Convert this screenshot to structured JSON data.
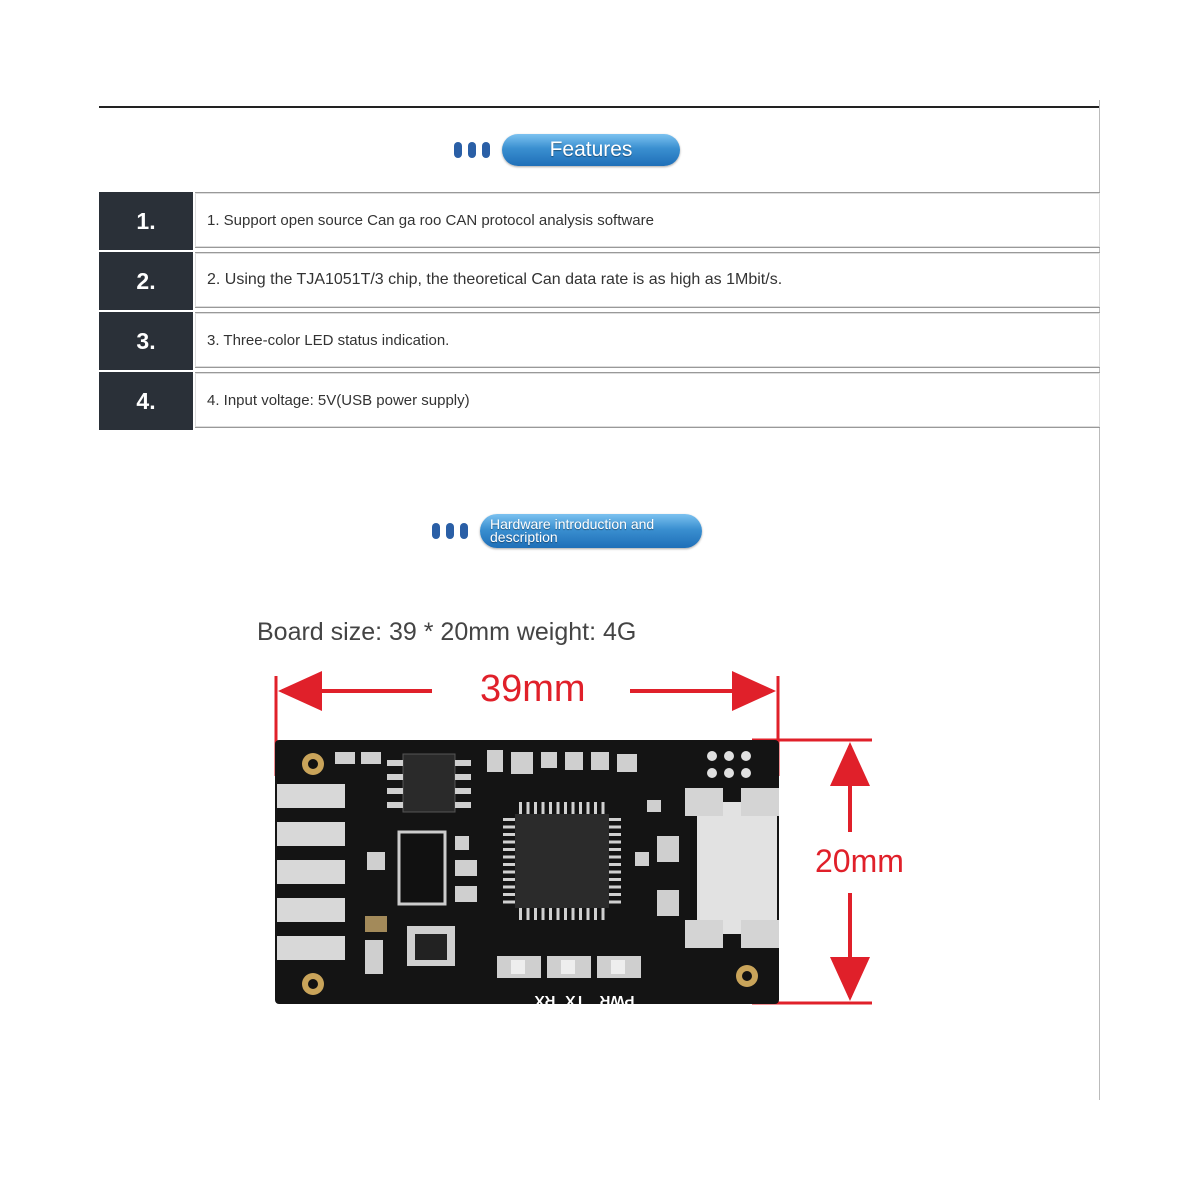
{
  "sections": {
    "features_title": "Features",
    "hardware_title": "Hardware introduction and description"
  },
  "features": [
    {
      "number": "1.",
      "text": "1. Support open source Can ga roo CAN protocol analysis software"
    },
    {
      "number": "2.",
      "text": "2. Using the TJA1051T/3 chip, the theoretical Can data rate is as high as 1Mbit/s."
    },
    {
      "number": "3.",
      "text": "3. Three-color LED status indication."
    },
    {
      "number": "4.",
      "text": "4. Input voltage: 5V(USB power supply)"
    }
  ],
  "board": {
    "size_text": "Board size: 39 * 20mm weight: 4G",
    "width_label": "39mm",
    "height_label": "20mm",
    "led_labels": [
      "RX",
      "TX",
      "PWR"
    ]
  },
  "colors": {
    "accent_blue": "#2a5fa6",
    "dimension_red": "#e0202a",
    "number_cell": "#2a3038",
    "pcb": "#141414"
  }
}
